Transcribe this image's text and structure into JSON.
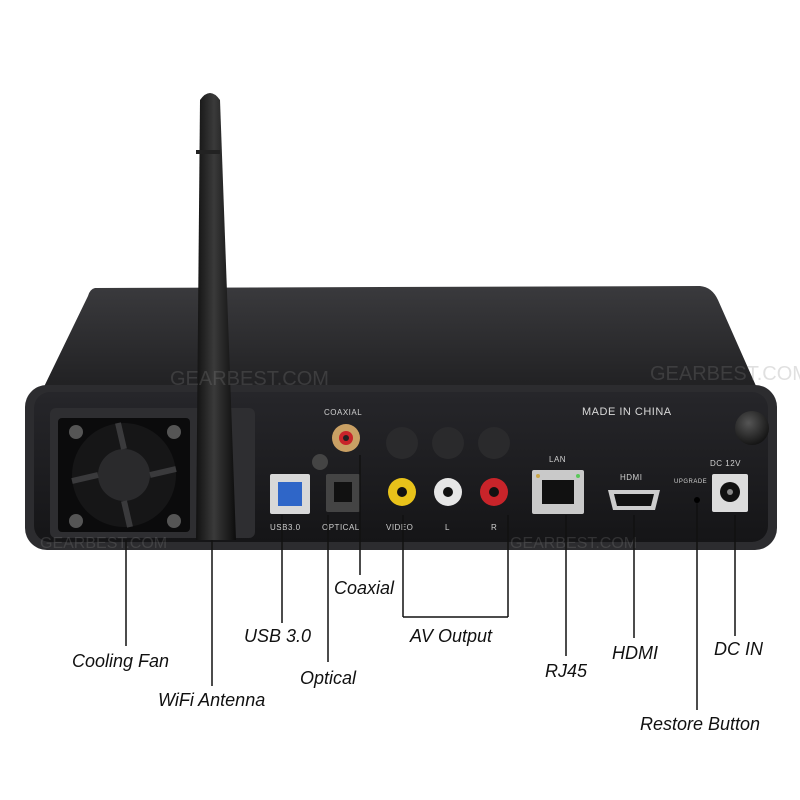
{
  "device": {
    "made_in": "MADE IN CHINA",
    "port_labels": {
      "coaxial": "COAXIAL",
      "usb": "USB3.0",
      "optical": "OPTICAL",
      "video": "VIDEO",
      "left": "L",
      "right": "R",
      "lan": "LAN",
      "hdmi": "HDMI",
      "upgrade": "UPGRADE",
      "dc": "DC 12V"
    },
    "watermark": "GEARBEST.COM"
  },
  "callouts": {
    "coaxial": "Coaxial",
    "usb": "USB 3.0",
    "av_output": "AV Output",
    "cooling_fan": "Cooling Fan",
    "optical": "Optical",
    "rj45": "RJ45",
    "hdmi": "HDMI",
    "dc_in": "DC IN",
    "wifi_antenna": "WiFi Antenna",
    "restore_button": "Restore Button"
  },
  "colors": {
    "body": "#2a2a2c",
    "panel": "#1b1b1c",
    "usb_port": "#2f66c8",
    "rca_yellow": "#e8c21a",
    "rca_white": "#e6e6e6",
    "rca_red": "#c8242a",
    "line": "#111111"
  }
}
